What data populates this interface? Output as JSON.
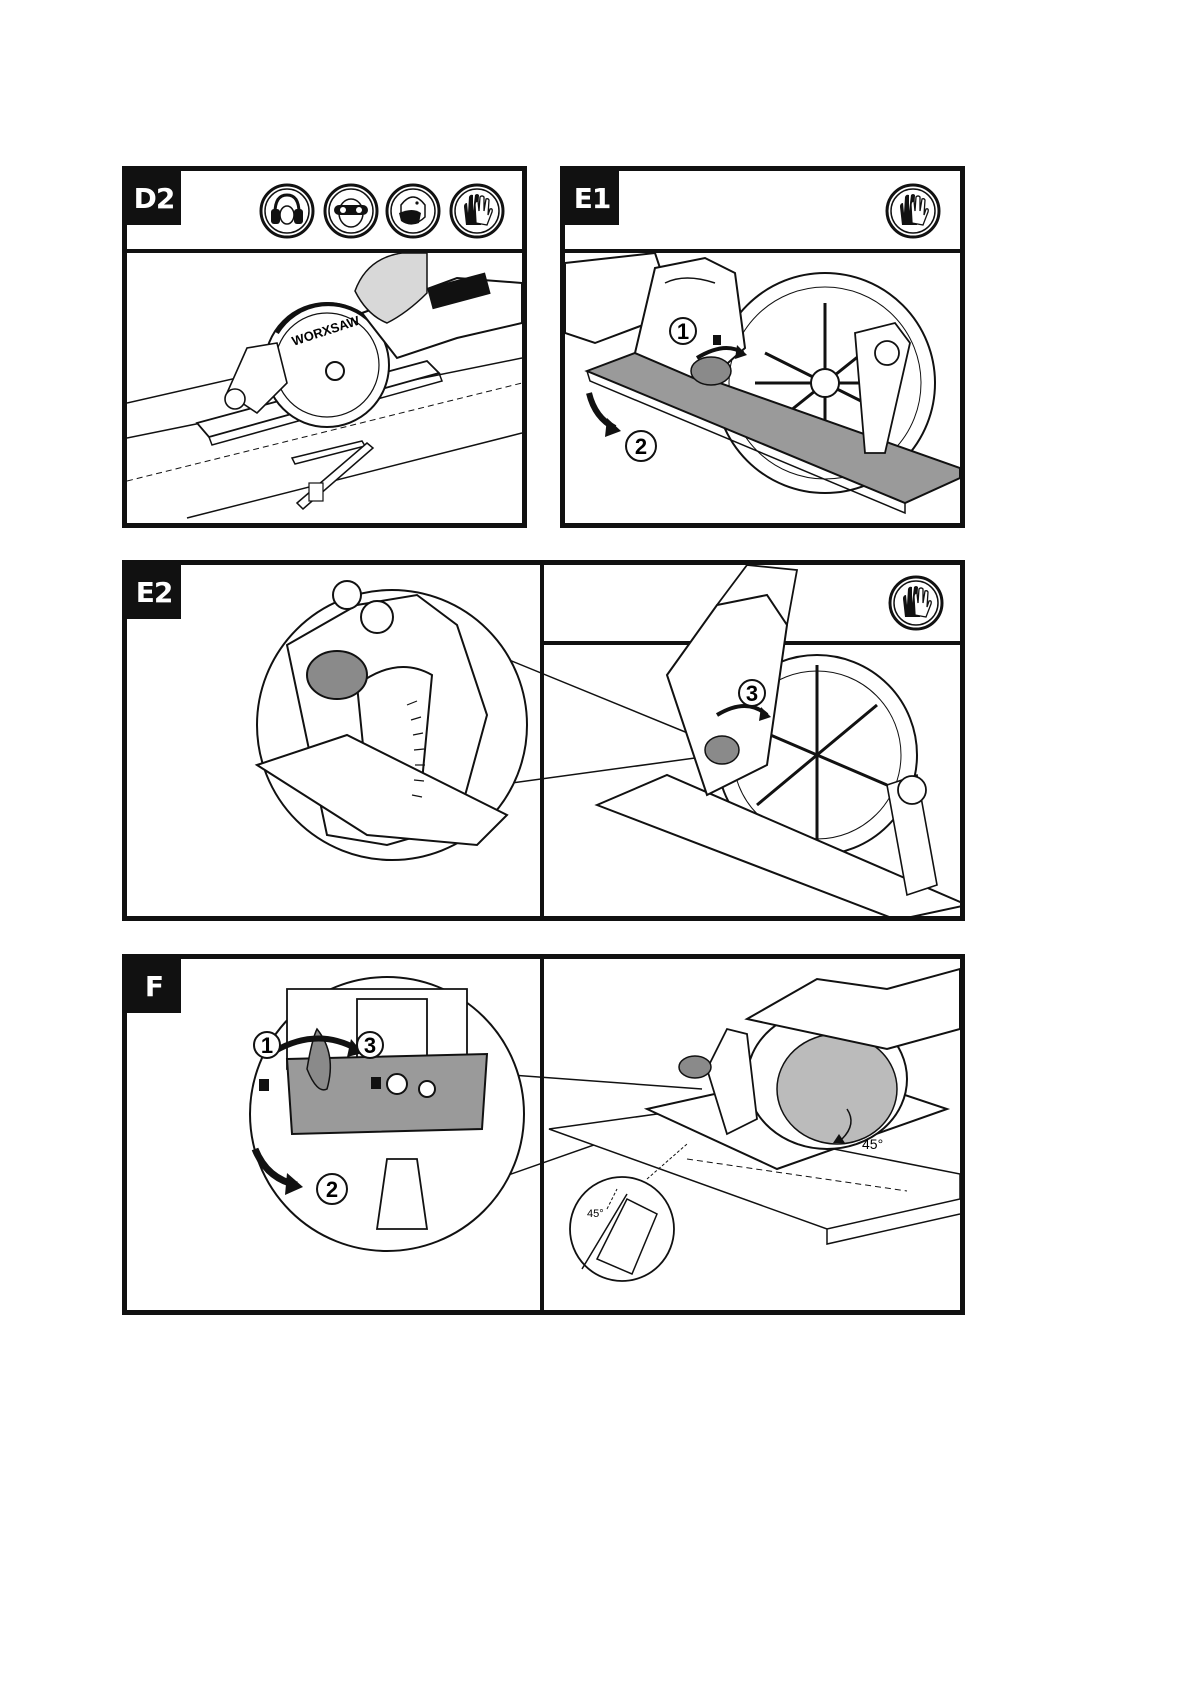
{
  "panels": {
    "d2": {
      "label": "D2",
      "icons": [
        "ear-protection-icon",
        "eye-protection-icon",
        "dust-mask-icon",
        "gloves-icon"
      ]
    },
    "e1": {
      "label": "E1",
      "icons": [
        "gloves-icon"
      ],
      "step1": "1",
      "step2": "2"
    },
    "e2": {
      "label": "E2",
      "icons": [
        "gloves-icon"
      ],
      "step3": "3"
    },
    "f": {
      "label": "F",
      "step1": "1",
      "step2": "2",
      "step3": "3",
      "angle_main": "45°",
      "angle_detail": "45°"
    }
  },
  "colors": {
    "ink": "#111111",
    "knob_grey": "#8a8a8a",
    "plate_grey": "#9a9a9a"
  }
}
